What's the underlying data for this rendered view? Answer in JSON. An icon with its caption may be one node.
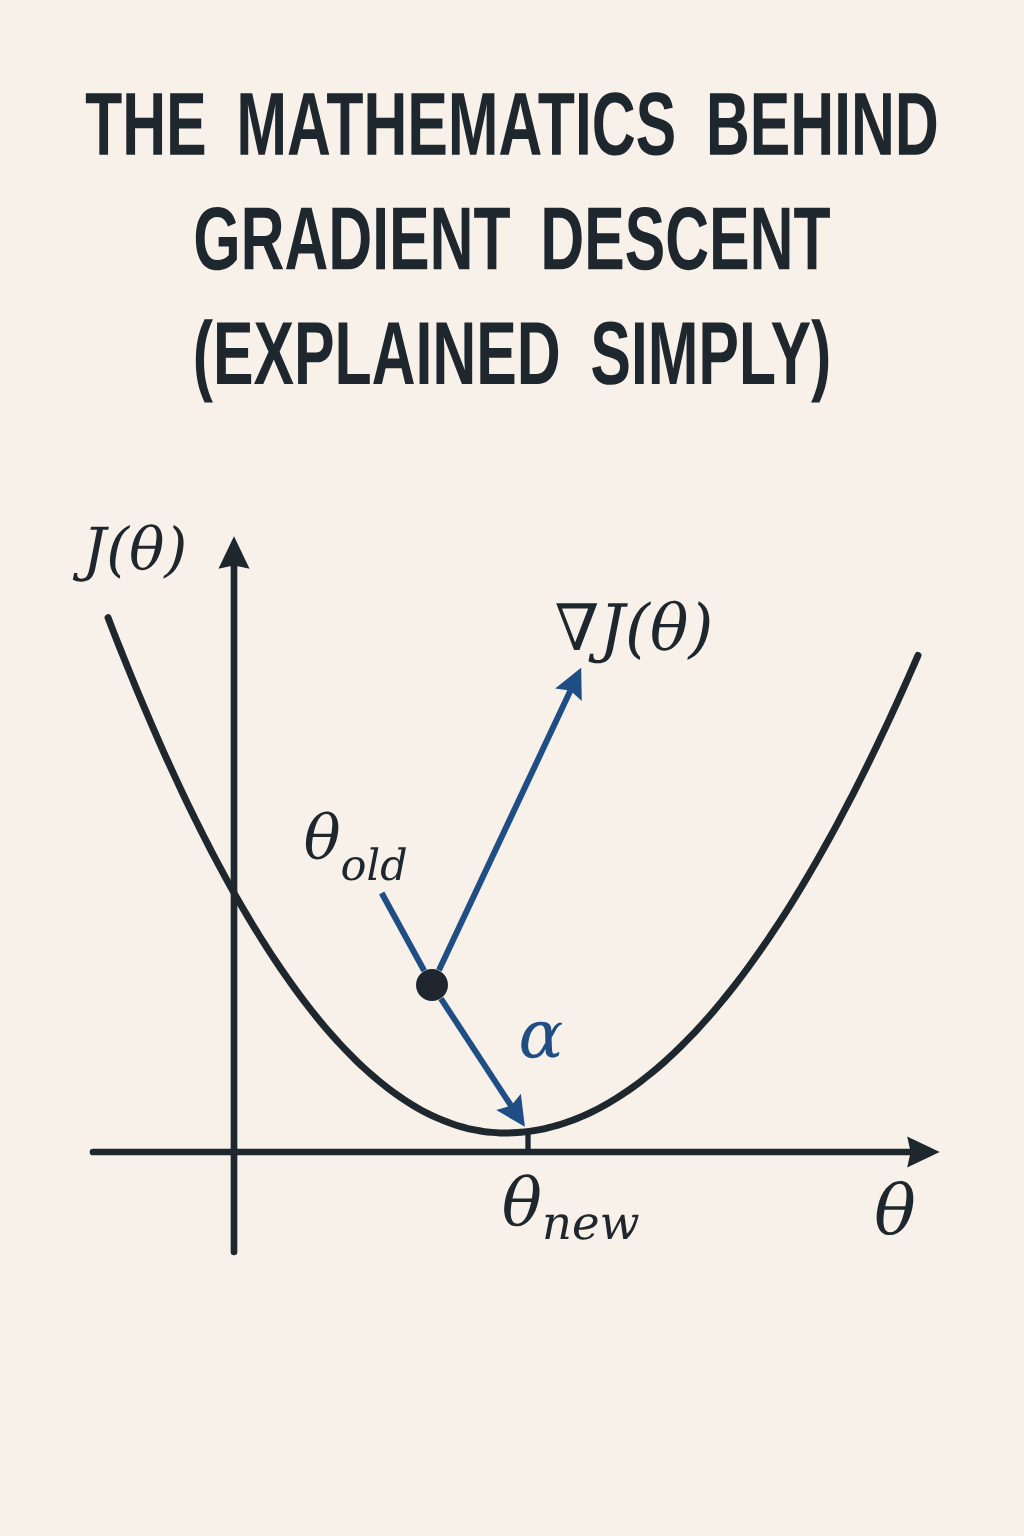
{
  "diagram": {
    "title": "THE MATHEMATICS BEHIND GRADIENT DESCENT (EXPLAINED SIMPLY)",
    "nodes": [
      {
        "text": [
          "∇J(θ)"
        ]
      },
      {
        "text": [
          "θ$_{old}$"
        ]
      },
      {
        "text": [],
        "shape": "circle"
      }
    ],
    "edges": [
      {
        "from": 1,
        "to": 2,
        "arrow": "none"
      },
      {
        "from": 2,
        "to": null,
        "arrow": "to",
        "label": "α"
      },
      {
        "from": 2,
        "to": 0,
        "arrow": "to"
      }
    ],
    "labels": [
      "J(θ)",
      "θ$_{new}$",
      "θ"
    ]
  }
}
